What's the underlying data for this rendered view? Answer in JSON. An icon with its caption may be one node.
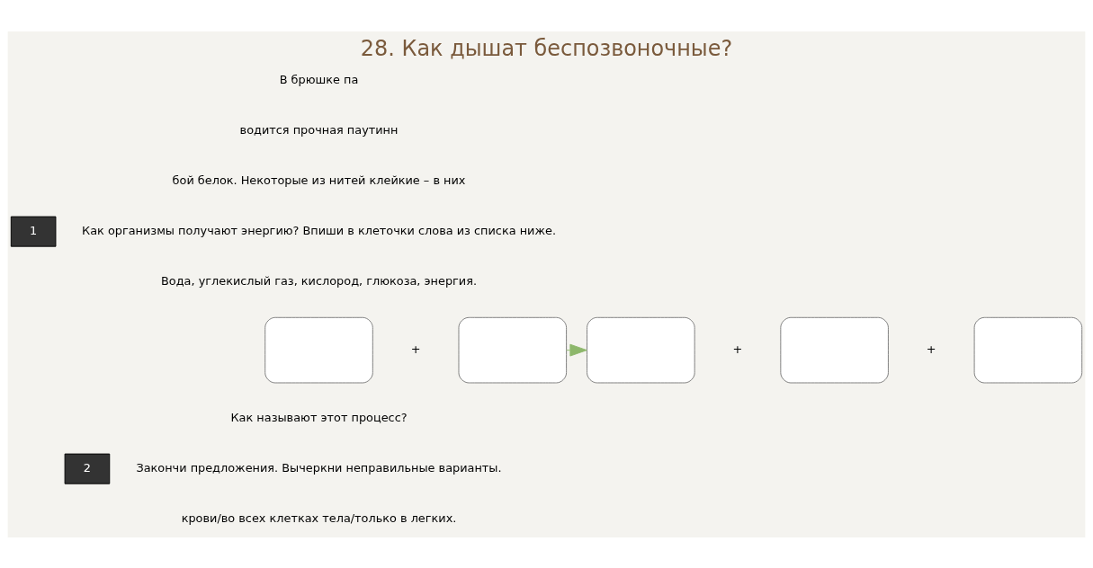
{
  "diagram": {
    "title": "28. Как дышат беспозвоночные?",
    "nodes": [
      {
        "text": [],
        "shape": "box"
      },
      {
        "text": [],
        "shape": "box"
      },
      {
        "text": [],
        "shape": "box"
      },
      {
        "text": [],
        "shape": "box"
      },
      {
        "text": [],
        "shape": "box"
      }
    ],
    "edges": [
      {
        "from": 1,
        "to": 2,
        "arrow": "to",
        "color": "#8db76b"
      }
    ],
    "labels": [
      "В брюшке па",
      "водится прочная паутинн",
      "бой белок. Некоторые из нитей клейкие – в них",
      "1",
      "Как организмы получают энергию? Впиши в клеточки слова из списка ниже.",
      "Вода, углекислый газ, кислород, глюкоза, энергия.",
      "+",
      "+",
      "+",
      "Как называют этот процесс?",
      "2",
      "Закончи предложения. Вычеркни неправильные варианты.",
      "крови/во всех клетках тела/только в легких."
    ]
  }
}
